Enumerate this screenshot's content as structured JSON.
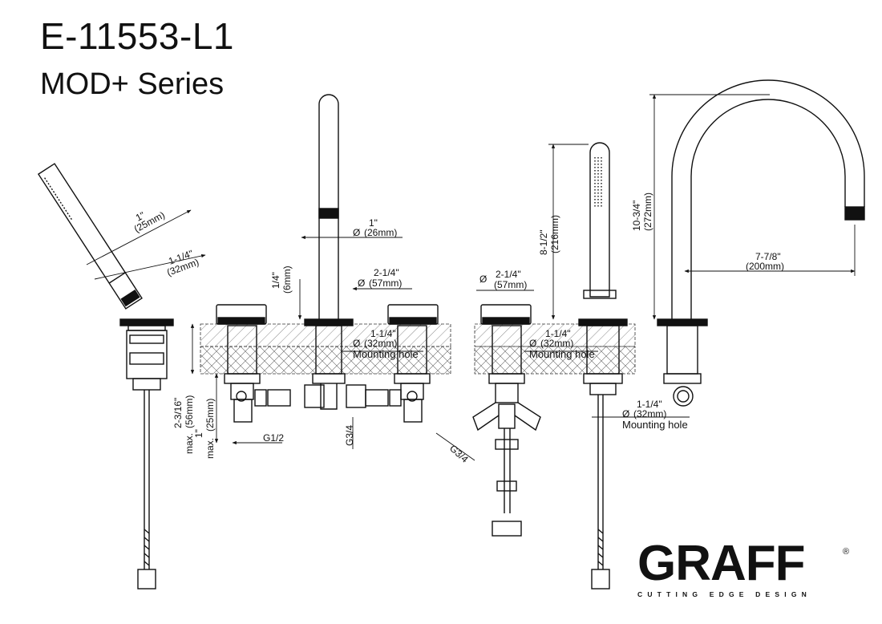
{
  "header": {
    "model": "E-11553-L1",
    "series": "MOD+ Series"
  },
  "dimensions": {
    "handshower_dia_in": "1\"",
    "handshower_dia_mm": "(25mm)",
    "handshower_base_in": "1-1/4\"",
    "handshower_base_mm": "(32mm)",
    "spout_dia_in": "1\"",
    "spout_dia_mm": "(26mm)",
    "handle_dia_left_in": "2-1/4\"",
    "handle_dia_left_mm": "(57mm)",
    "handle_dia_right_in": "2-1/4\"",
    "handle_dia_right_mm": "(57mm)",
    "gap_in": "1/4\"",
    "gap_mm": "(6mm)",
    "hole_left_in": "1-1/4\"",
    "hole_left_mm": "(32mm)",
    "hole_right_in": "1-1/4\"",
    "hole_right_mm": "(32mm)",
    "hole_bottom_in": "1-1/4\"",
    "hole_bottom_mm": "(32mm)",
    "deck_max_in": "2-3/16\"",
    "deck_max_mm": "(56mm)",
    "deck_max_prefix": "max.",
    "valve_max_in": "1\"",
    "valve_max_mm": "(25mm)",
    "valve_max_prefix": "max.",
    "handshower_height_in": "8-1/2\"",
    "handshower_height_mm": "(216mm)",
    "spout_height_in": "10-3/4\"",
    "spout_height_mm": "(272mm)",
    "spout_reach_in": "7-7/8\"",
    "spout_reach_mm": "(200mm)"
  },
  "labels": {
    "mounting_hole": "Mounting hole",
    "thread_g12": "G1/2",
    "thread_g34_a": "G3/4",
    "thread_g34_b": "G3/4",
    "diameter_symbol": "Ø"
  },
  "brand": {
    "name": "GRAFF",
    "tagline": "CUTTING EDGE DESIGN",
    "registered": "®"
  }
}
